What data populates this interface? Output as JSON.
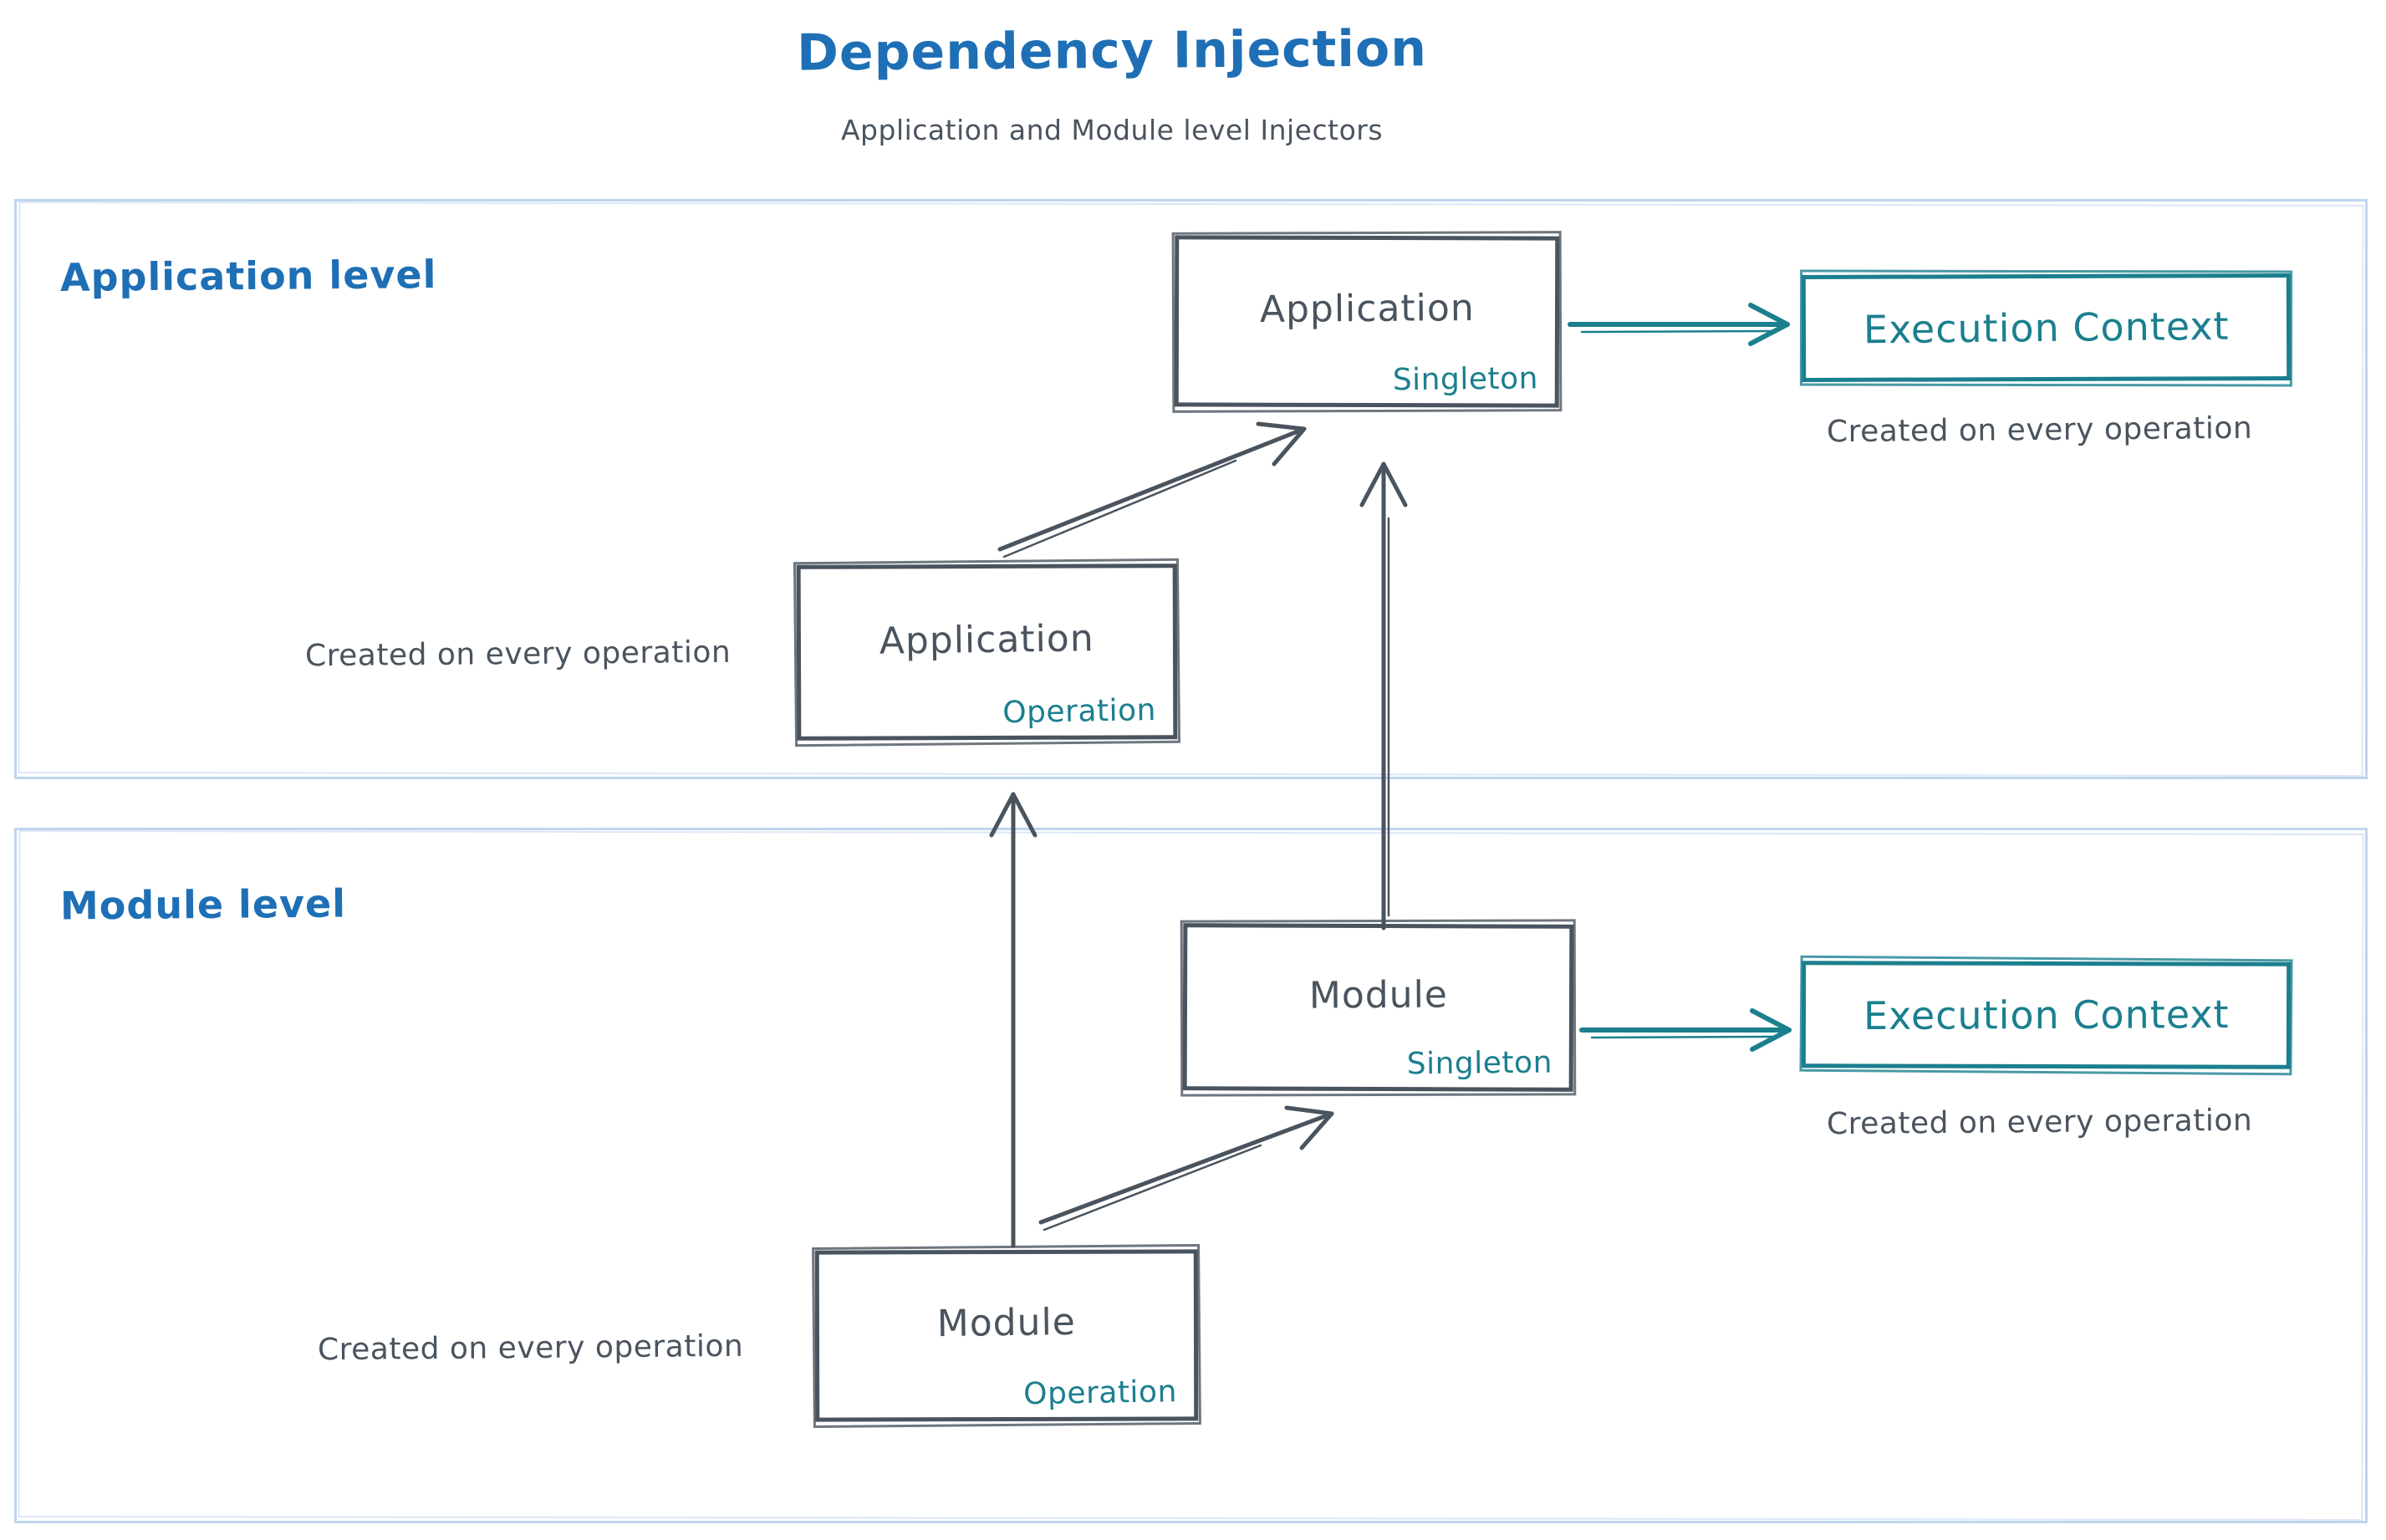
{
  "page": {
    "title": "Dependency Injection",
    "subtitle": "Application and Module level Injectors"
  },
  "colors": {
    "blue": "#1e6fb5",
    "slate": "#4a545f",
    "teal": "#1b7f8e",
    "container": "#bfd4ee",
    "bg": "#ffffff"
  },
  "sections": [
    {
      "label": "Application level"
    },
    {
      "label": "Module level"
    }
  ],
  "nodes": {
    "app_singleton": {
      "title": "Application",
      "badge": "Singleton"
    },
    "app_operation": {
      "title": "Application",
      "badge": "Operation"
    },
    "module_singleton": {
      "title": "Module",
      "badge": "Singleton"
    },
    "module_operation": {
      "title": "Module",
      "badge": "Operation"
    },
    "exec_context_app": {
      "label": "Execution Context",
      "caption": "Created on every operation"
    },
    "exec_context_module": {
      "label": "Execution Context",
      "caption": "Created on every operation"
    }
  },
  "captions": {
    "app_operation": "Created on every operation",
    "module_operation": "Created on every operation"
  }
}
